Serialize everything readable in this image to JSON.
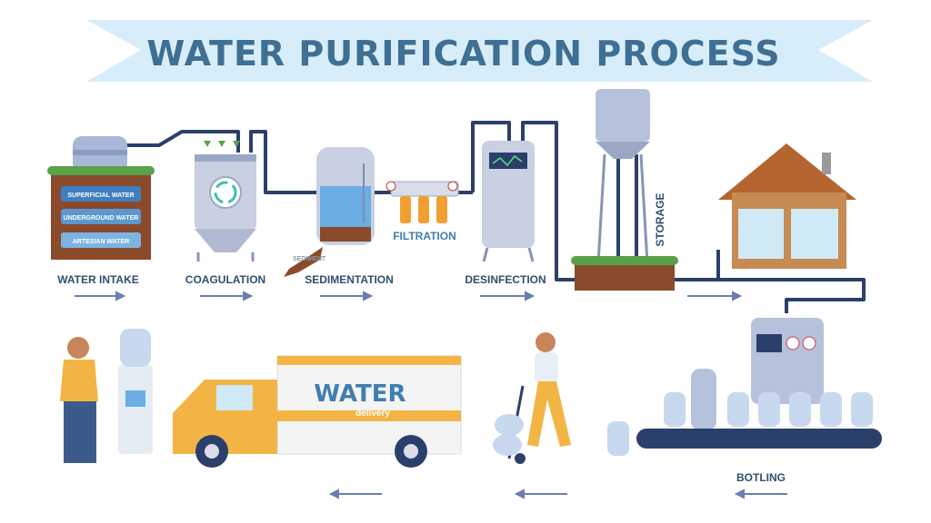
{
  "title": "WATER PURIFICATION PROCESS",
  "intake_layers": [
    "SUPERFICIAL WATER",
    "UNDERGROUND WATER",
    "ARTESIAN WATER"
  ],
  "sediment_label": "SEDIMENT",
  "steps": {
    "water_intake": "WATER INTAKE",
    "coagulation": "COAGULATION",
    "sedimentation": "SEDIMENTATION",
    "filtration": "FILTRATION",
    "desinfection": "DESINFECTION",
    "storage": "STORAGE",
    "botling": "BOTLING"
  },
  "truck": {
    "brand": "WATER",
    "sub": "delivery"
  },
  "colors": {
    "pipe": "#2b3f6b",
    "banner": "#d7eefa",
    "title": "#3f6f93",
    "arrow": "#6a7fb0",
    "truck": "#f2b545"
  }
}
